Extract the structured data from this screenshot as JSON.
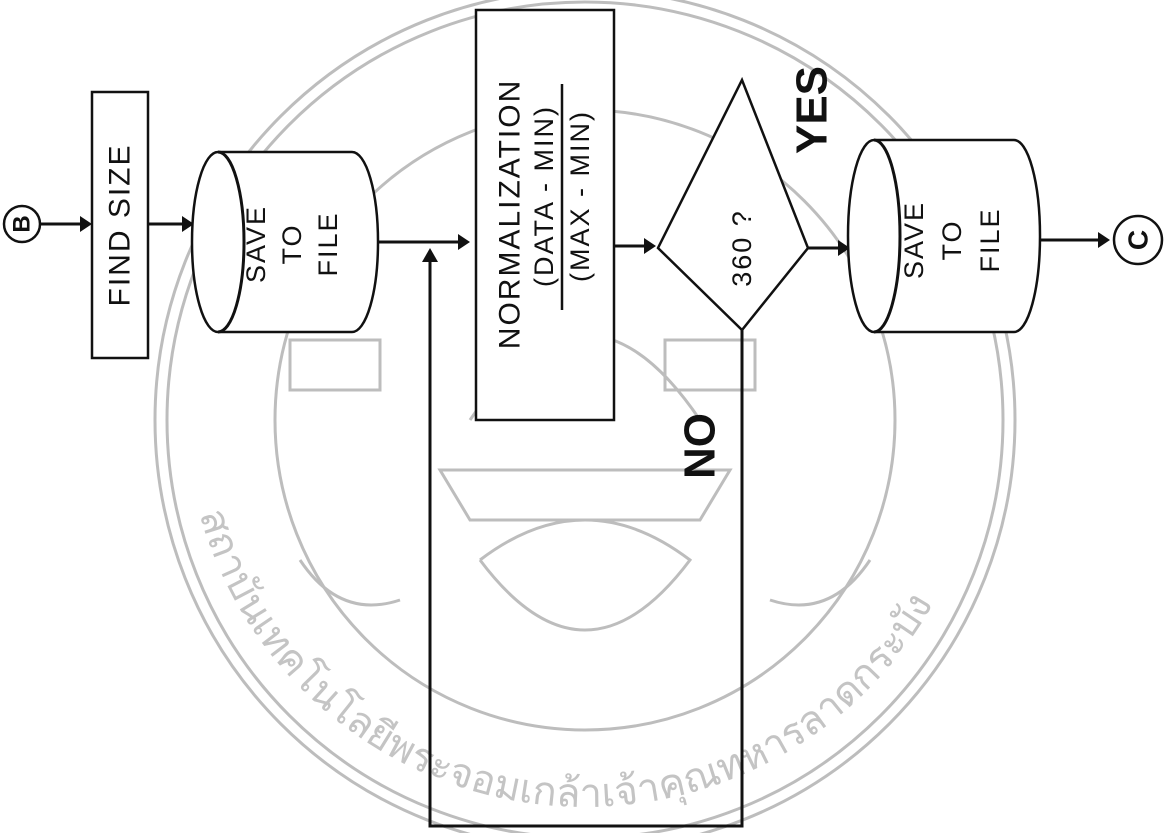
{
  "diagram": {
    "connectors": {
      "start": "B",
      "end": "C"
    },
    "process_find_size": "FIND SIZE",
    "storage_1": [
      "SAVE",
      "TO",
      "FILE"
    ],
    "process_normalization": {
      "title": "NORMALIZATION",
      "numerator": "(DATA - MIN)",
      "denominator": "(MAX - MIN)"
    },
    "decision": "360 ?",
    "branch_yes": "YES",
    "branch_no": "NO",
    "storage_2": [
      "SAVE",
      "TO",
      "FILE"
    ]
  },
  "watermark": {
    "text": "สถาบันเทคโนโลยีพระจอมเกล้าเจ้าคุณทหารลาดกระบัง",
    "kind": "seal"
  },
  "colors": {
    "ink": "#111111",
    "watermark": "#c4c4c4",
    "background": "#ffffff"
  }
}
